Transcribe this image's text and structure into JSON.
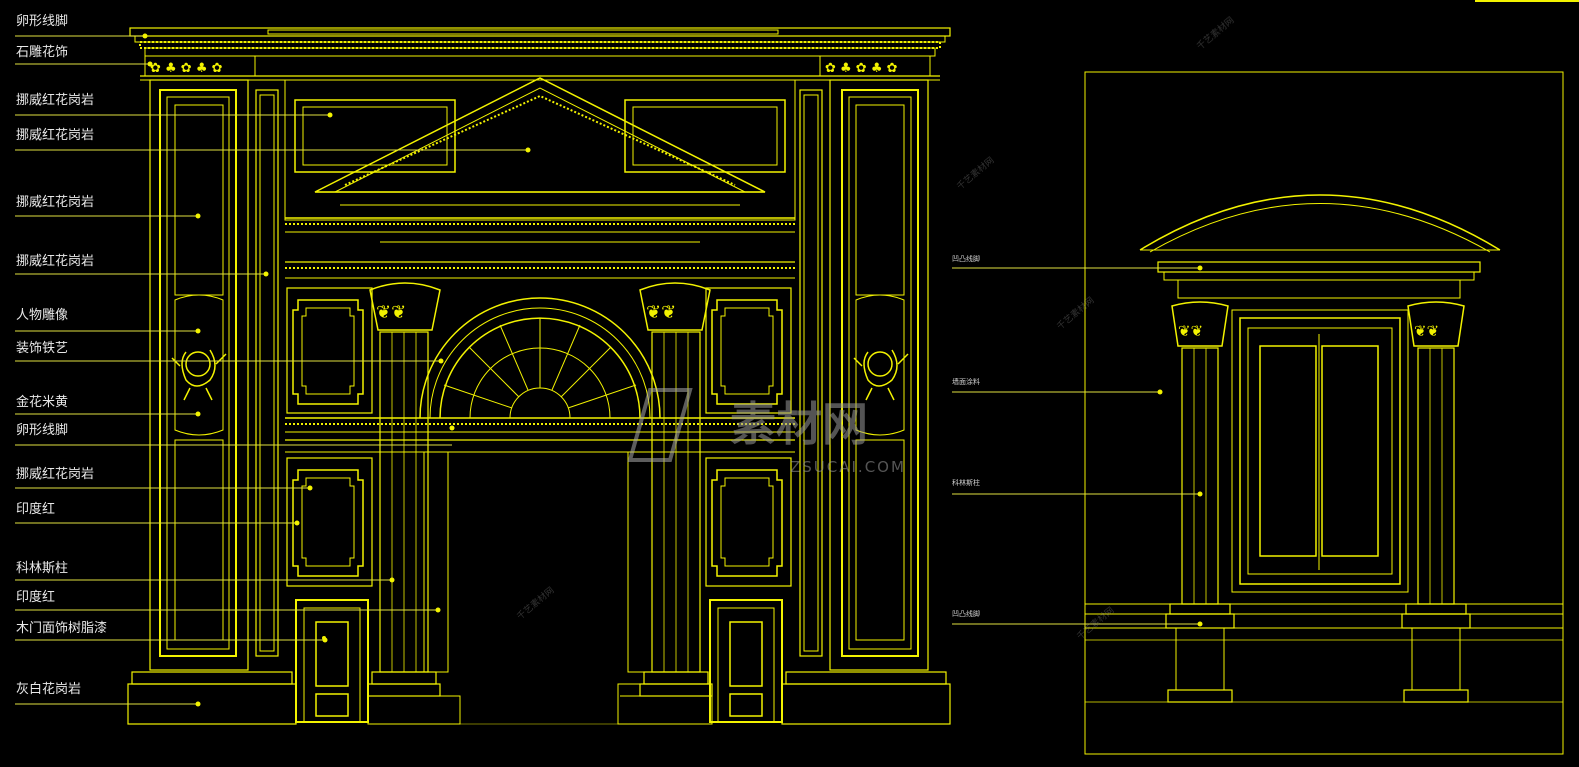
{
  "left_labels": [
    "卵形线脚",
    "石雕花饰",
    "挪威红花岗岩",
    "挪威红花岗岩",
    "挪威红花岗岩",
    "挪威红花岗岩",
    "人物雕像",
    "装饰铁艺",
    "金花米黄",
    "卵形线脚",
    "挪威红花岗岩",
    "印度红",
    "科林斯柱",
    "印度红",
    "木门面饰树脂漆",
    "灰白花岗岩"
  ],
  "right_labels": [
    "凹凸线脚",
    "墙面涂料",
    "科林斯柱",
    "凹凸线脚"
  ],
  "watermark": {
    "text": "素材网",
    "domain": "ZSUCAI.COM",
    "small": "千艺素材网"
  },
  "colors": {
    "background": "#000000",
    "line": "#f2f200",
    "label": "#e8e8e8"
  }
}
